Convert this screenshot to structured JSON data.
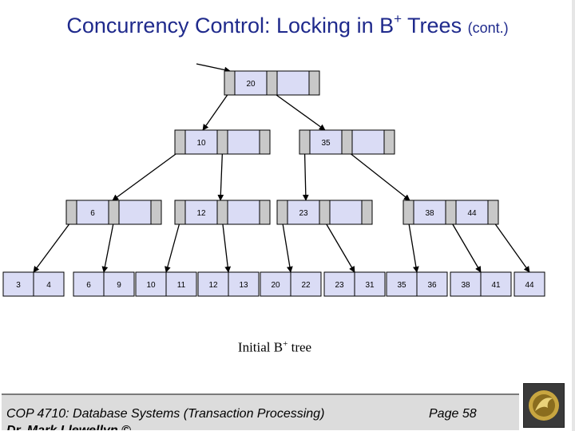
{
  "slide": {
    "title_main": "Concurrency Control: Locking in B",
    "title_sup": "+",
    "title_rest": " Trees ",
    "title_small": "(cont.)"
  },
  "tree": {
    "colors": {
      "key_cell": "#dadcf5",
      "pointer_cell": "#c8c8c8",
      "border": "#000000"
    },
    "nodes": [
      {
        "id": "root",
        "keys": [
          "20",
          ""
        ]
      },
      {
        "id": "n10",
        "keys": [
          "10",
          ""
        ]
      },
      {
        "id": "n35",
        "keys": [
          "35",
          ""
        ]
      },
      {
        "id": "n6",
        "keys": [
          "6",
          ""
        ]
      },
      {
        "id": "n12",
        "keys": [
          "12",
          ""
        ]
      },
      {
        "id": "n23",
        "keys": [
          "23",
          ""
        ]
      },
      {
        "id": "n38",
        "keys": [
          "38",
          "44"
        ]
      }
    ],
    "leaves": [
      {
        "keys": [
          "3",
          "4"
        ]
      },
      {
        "keys": [
          "6",
          "9"
        ]
      },
      {
        "keys": [
          "10",
          "11"
        ]
      },
      {
        "keys": [
          "12",
          "13"
        ]
      },
      {
        "keys": [
          "20",
          "22"
        ]
      },
      {
        "keys": [
          "23",
          "31"
        ]
      },
      {
        "keys": [
          "35",
          "36"
        ]
      },
      {
        "keys": [
          "38",
          "41"
        ]
      },
      {
        "keys": [
          "44"
        ]
      }
    ]
  },
  "caption": {
    "text": "Initial B",
    "sup": "+",
    "rest": " tree"
  },
  "footer": {
    "course": "COP 4710: Database Systems  (Transaction Processing)",
    "page": "Page 58",
    "author": "Dr. Mark Llewellyn ©"
  }
}
